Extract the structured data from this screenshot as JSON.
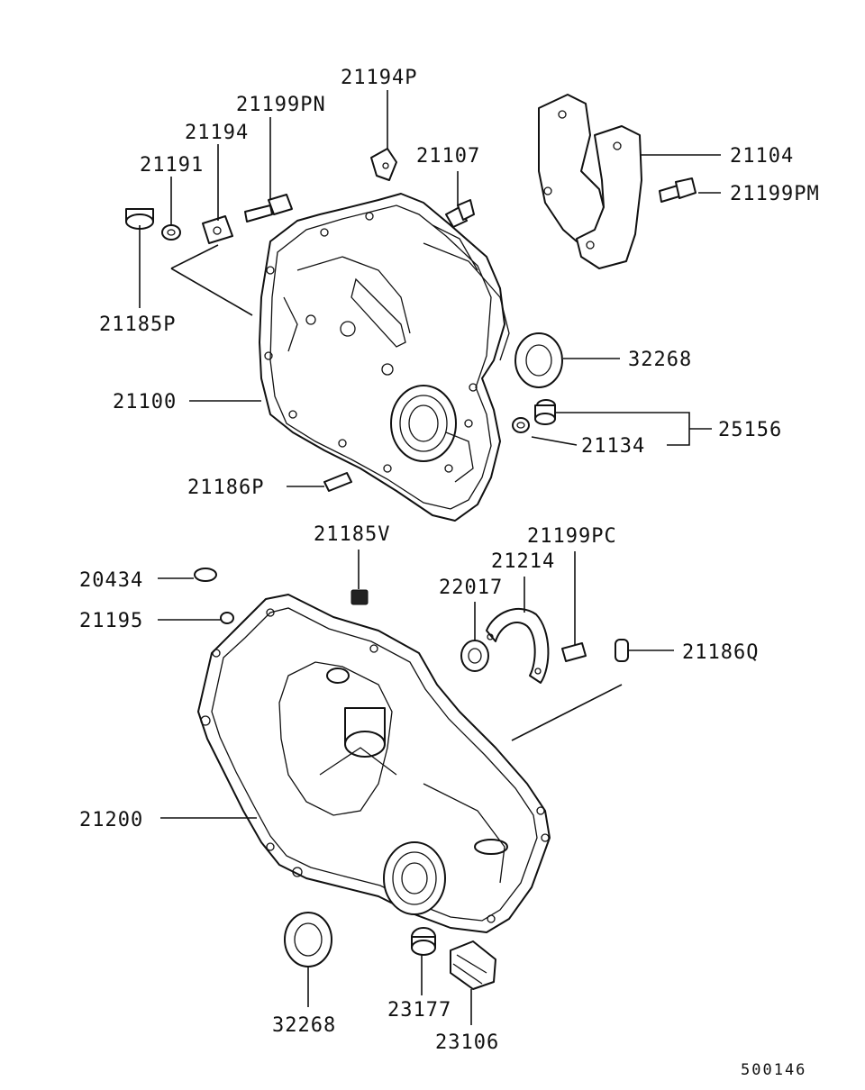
{
  "labels": {
    "p21194P": "21194P",
    "p21199PN": "21199PN",
    "p21194": "21194",
    "p21191": "21191",
    "p21107": "21107",
    "p21104": "21104",
    "p21199PM": "21199PM",
    "p21185P": "21185P",
    "p32268a": "32268",
    "p21100": "21100",
    "p25156": "25156",
    "p21134": "21134",
    "p21186P": "21186P",
    "p21185V": "21185V",
    "p21199PC": "21199PC",
    "p21214": "21214",
    "p20434": "20434",
    "p22017": "22017",
    "p21195": "21195",
    "p21186Q": "21186Q",
    "p21200": "21200",
    "p32268b": "32268",
    "p23177": "23177",
    "p23106": "23106"
  },
  "diagram_id": "500146"
}
